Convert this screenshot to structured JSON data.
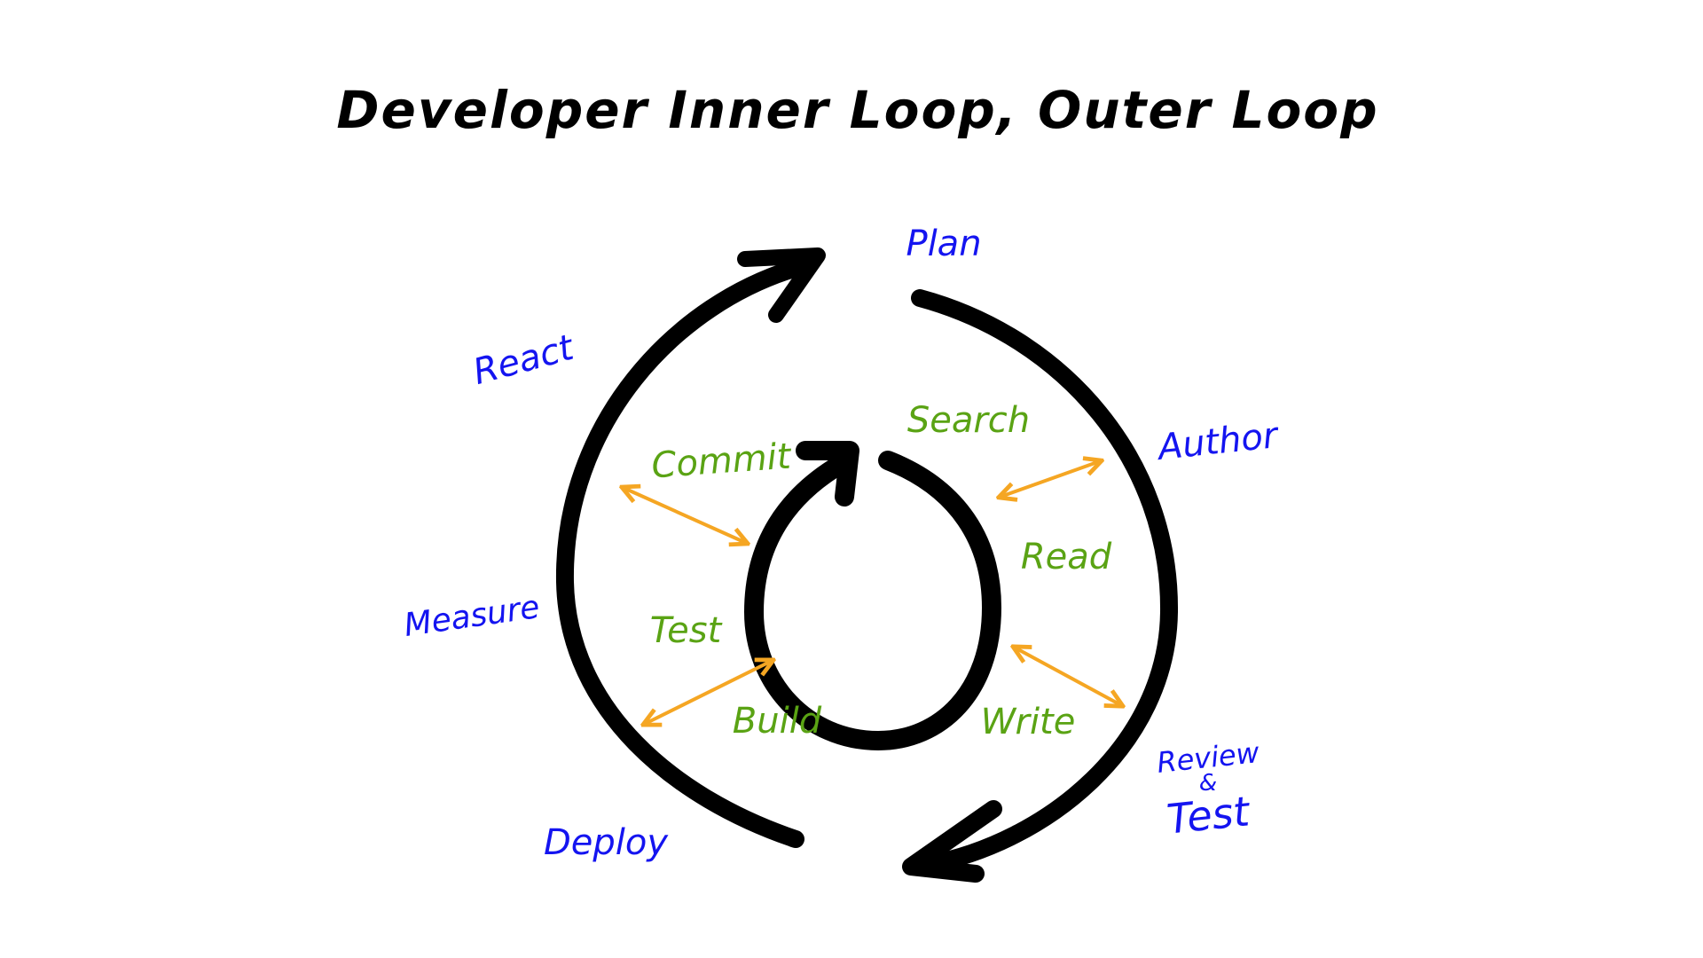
{
  "title": "Developer Inner Loop, Outer Loop",
  "outer_loop": {
    "plan": "Plan",
    "author": "Author",
    "review": "Review",
    "amp": "&",
    "test": "Test",
    "deploy": "Deploy",
    "measure": "Measure",
    "react": "React"
  },
  "inner_loop": {
    "search": "Search",
    "read": "Read",
    "write": "Write",
    "build": "Build",
    "test": "Test",
    "commit": "Commit"
  },
  "colors": {
    "outer": "#1414f0",
    "inner": "#5aa314",
    "arrow": "#f5a623",
    "loop": "#000000"
  }
}
